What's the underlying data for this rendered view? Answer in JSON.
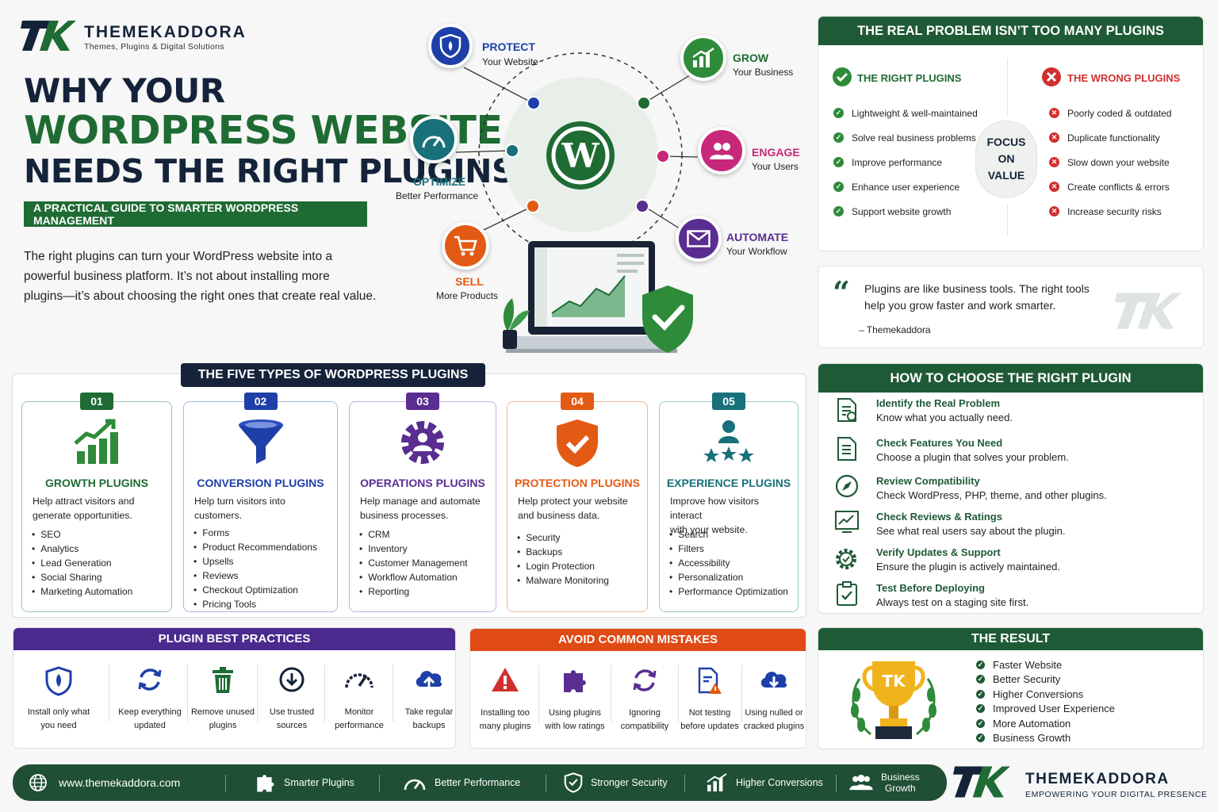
{
  "brand": {
    "name": "THEMEKADDORA",
    "tagline": "Themes, Plugins & Digital Solutions",
    "logo_text": "TK"
  },
  "title": {
    "line1": "WHY YOUR",
    "line2": "WORDPRESS WEBSITE",
    "line3": "NEEDS THE RIGHT PLUGINS"
  },
  "subtitle_banner": "A PRACTICAL GUIDE TO SMARTER WORDPRESS MANAGEMENT",
  "intro": {
    "line1": "The right plugins can turn your WordPress website into a",
    "line2": "powerful business platform. It’s not about installing more",
    "line3": "plugins—it’s about choosing the right ones that create real value."
  },
  "hub": {
    "protect": {
      "title": "PROTECT",
      "sub": "Your Website"
    },
    "grow": {
      "title": "GROW",
      "sub": "Your Business"
    },
    "optimize": {
      "title": "OPTIMIZE",
      "sub": "Better Performance"
    },
    "engage": {
      "title": "ENGAGE",
      "sub": "Your Users"
    },
    "sell": {
      "title": "SELL",
      "sub": "More Products"
    },
    "automate": {
      "title": "AUTOMATE",
      "sub": "Your Workflow"
    }
  },
  "colors": {
    "green": "#1f6b34",
    "blue": "#1e3fa8",
    "purple": "#5a2d91",
    "orange": "#e35a14",
    "teal": "#17707a",
    "magenta": "#c8287a",
    "red": "#d12f2f",
    "navy": "#14233a"
  },
  "problem": {
    "header": "THE REAL PROBLEM ISN’T TOO MANY PLUGINS",
    "right_title": "THE RIGHT PLUGINS",
    "right_items": [
      "Lightweight & well-maintained",
      "Solve real business problems",
      "Improve performance",
      "Enhance user experience",
      "Support website growth"
    ],
    "wrong_title": "THE WRONG PLUGINS",
    "wrong_items": [
      "Poorly coded & outdated",
      "Duplicate functionality",
      "Slow down your website",
      "Create conflicts & errors",
      "Increase security risks"
    ],
    "focus": {
      "l1": "FOCUS",
      "l2": "ON",
      "l3": "VALUE"
    }
  },
  "quote": {
    "line1": "Plugins are like business tools. The right tools",
    "line2": "help you grow faster and work smarter.",
    "author": "– Themekaddora"
  },
  "types": {
    "header": "THE FIVE TYPES OF WORDPRESS PLUGINS",
    "cards": [
      {
        "num": "01",
        "name": "GROWTH PLUGINS",
        "desc1": "Help attract visitors and",
        "desc2": "generate opportunities.",
        "items": [
          "SEO",
          "Analytics",
          "Lead Generation",
          "Social Sharing",
          "Marketing Automation"
        ]
      },
      {
        "num": "02",
        "name": "CONVERSION PLUGINS",
        "desc1": "Help turn visitors into",
        "desc2": "customers.",
        "items": [
          "Forms",
          "Product Recommendations",
          "Upsells",
          "Reviews",
          "Checkout Optimization",
          "Pricing Tools"
        ]
      },
      {
        "num": "03",
        "name": "OPERATIONS PLUGINS",
        "desc1": "Help manage and automate",
        "desc2": "business processes.",
        "items": [
          "CRM",
          "Inventory",
          "Customer Management",
          "Workflow Automation",
          "Reporting"
        ]
      },
      {
        "num": "04",
        "name": "PROTECTION PLUGINS",
        "desc1": "Help protect your website",
        "desc2": "and business data.",
        "items": [
          "Security",
          "Backups",
          "Login Protection",
          "Malware Monitoring"
        ]
      },
      {
        "num": "05",
        "name": "EXPERIENCE PLUGINS",
        "desc1": "Improve how visitors interact",
        "desc2": "with your website.",
        "items": [
          "Search",
          "Filters",
          "Accessibility",
          "Personalization",
          "Performance Optimization"
        ]
      }
    ]
  },
  "choose": {
    "header": "HOW TO CHOOSE THE RIGHT PLUGIN",
    "steps": [
      {
        "title": "Identify the Real Problem",
        "desc": "Know what you actually need."
      },
      {
        "title": "Check Features You Need",
        "desc": "Choose a plugin that solves your problem."
      },
      {
        "title": "Review Compatibility",
        "desc": "Check WordPress, PHP, theme, and other plugins."
      },
      {
        "title": "Check Reviews & Ratings",
        "desc": "See what real users say about the plugin."
      },
      {
        "title": "Verify Updates & Support",
        "desc": "Ensure the plugin is actively maintained."
      },
      {
        "title": "Test Before Deploying",
        "desc": "Always test on a staging site first."
      }
    ]
  },
  "best": {
    "header": "PLUGIN BEST PRACTICES",
    "items": [
      {
        "l1": "Install only what",
        "l2": "you need"
      },
      {
        "l1": "Keep everything",
        "l2": "updated"
      },
      {
        "l1": "Remove unused",
        "l2": "plugins"
      },
      {
        "l1": "Use trusted",
        "l2": "sources"
      },
      {
        "l1": "Monitor",
        "l2": "performance"
      },
      {
        "l1": "Take regular",
        "l2": "backups"
      }
    ]
  },
  "mistakes": {
    "header": "AVOID COMMON MISTAKES",
    "items": [
      {
        "l1": "Installing too",
        "l2": "many plugins"
      },
      {
        "l1": "Using plugins",
        "l2": "with low ratings"
      },
      {
        "l1": "Ignoring",
        "l2": "compatibility"
      },
      {
        "l1": "Not testing",
        "l2": "before updates"
      },
      {
        "l1": "Using nulled or",
        "l2": "cracked plugins"
      }
    ]
  },
  "result": {
    "header": "THE RESULT",
    "items": [
      "Faster Website",
      "Better Security",
      "Higher Conversions",
      "Improved User Experience",
      "More Automation",
      "Business Growth"
    ]
  },
  "footer": {
    "url": "www.themekaddora.com",
    "f1": "Smarter Plugins",
    "f2": "Better Performance",
    "f3": "Stronger Security",
    "f4": "Higher Conversions",
    "f5a": "Business",
    "f5b": "Growth",
    "brand": "THEMEKADDORA",
    "slogan": "EMPOWERING YOUR DIGITAL PRESENCE"
  }
}
